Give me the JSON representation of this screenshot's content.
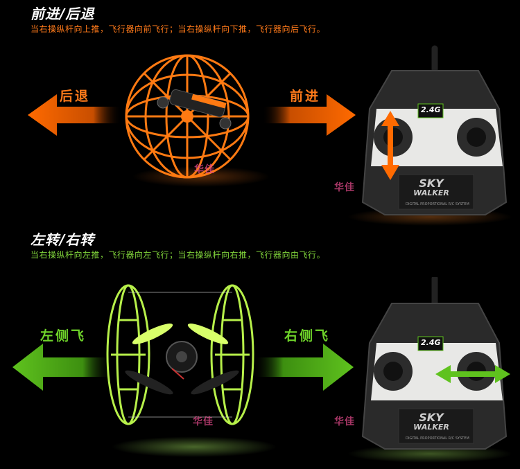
{
  "section_forward": {
    "title": "前进/后退",
    "description": "当右操纵杆向上推，飞行器向前飞行；当右操纵杆向下推，飞行器向后飞行。",
    "left_arrow_label": "后退",
    "right_arrow_label": "前进",
    "accent_color": "#ff6a00"
  },
  "section_side": {
    "title": "左转/右转",
    "description": "当右操纵杆向左推，飞行器向左飞行；当右操纵杆向右推，飞行器向由飞行。",
    "left_arrow_label": "左侧飞",
    "right_arrow_label": "右侧飞",
    "accent_color": "#5fc21e"
  },
  "remote": {
    "frequency_label": "2.4G",
    "brand_line1": "SKY",
    "brand_line2": "WALKER",
    "brand_subtitle": "DIGITAL PROPORTIONAL R/C SYSTEM"
  },
  "watermark": "华佳"
}
